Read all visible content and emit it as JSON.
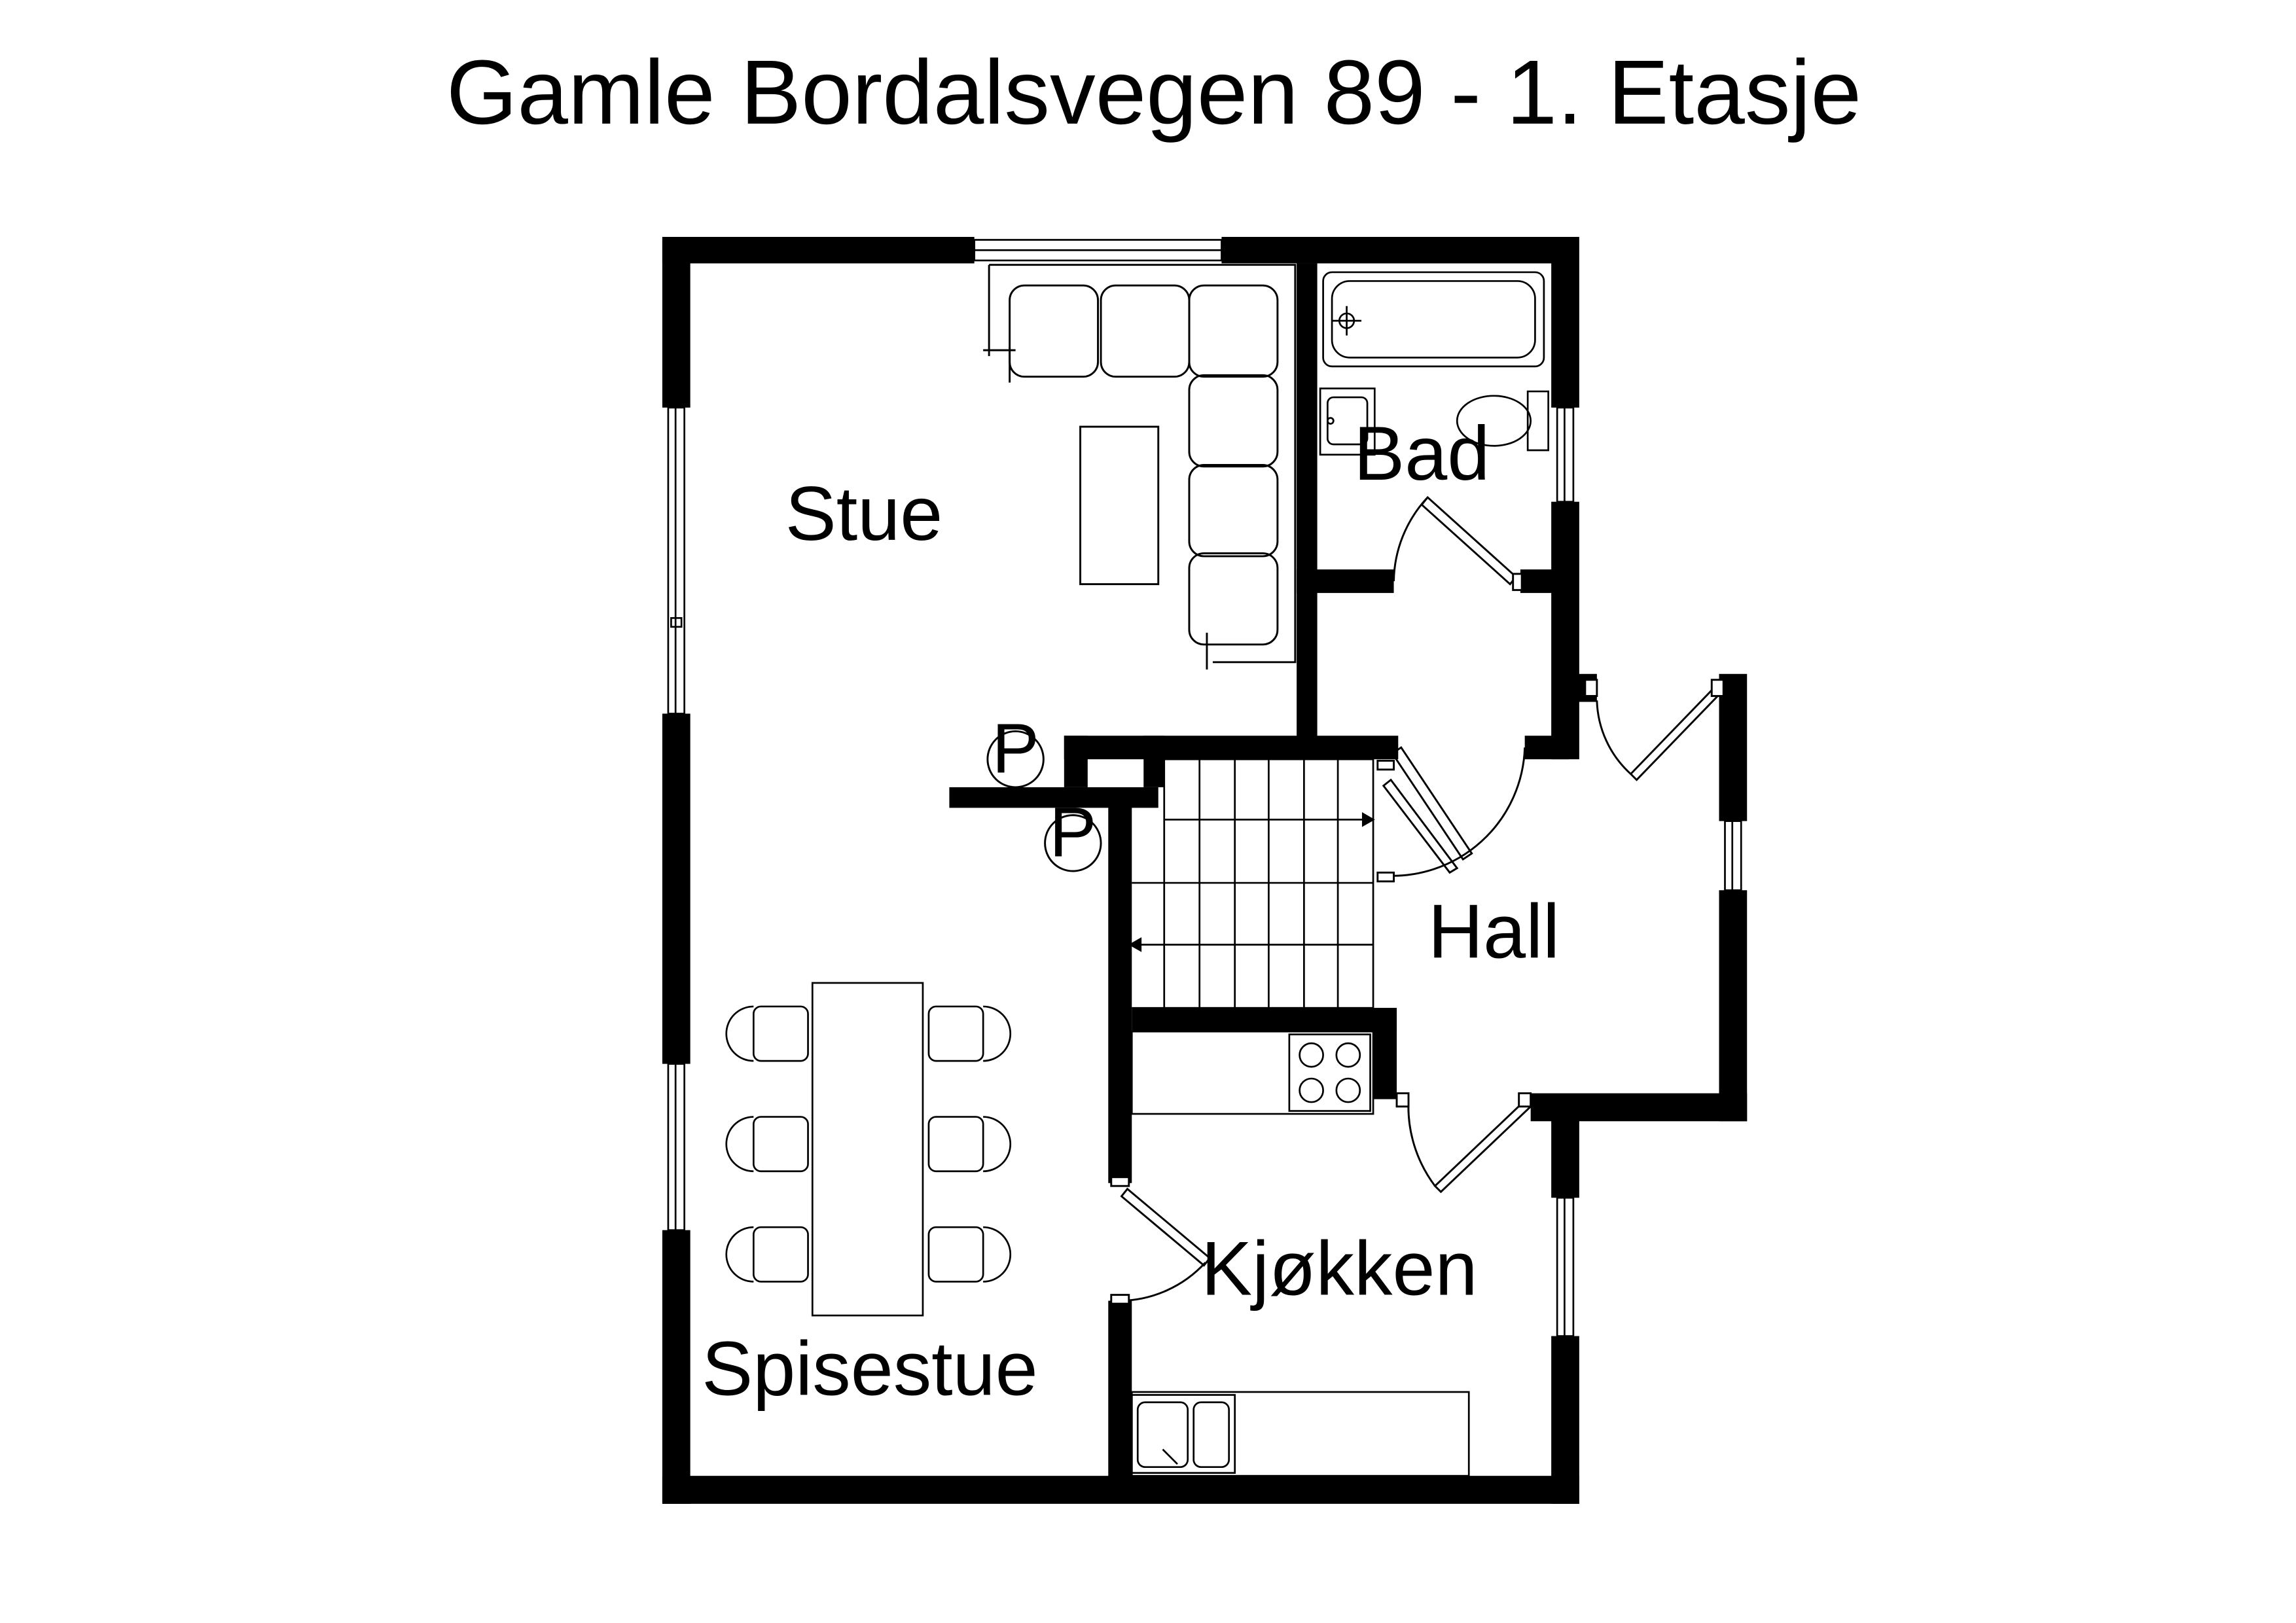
{
  "title": "Gamle Bordalsvegen 89 - 1. Etasje",
  "rooms": {
    "stue": "Stue",
    "bad": "Bad",
    "hall": "Hall",
    "kjokken": "Kjøkken",
    "spisestue": "Spisestue"
  },
  "markers": {
    "p1": "P",
    "p2": "P"
  },
  "colors": {
    "wall": "#000000",
    "line": "#000000",
    "background": "#ffffff"
  }
}
